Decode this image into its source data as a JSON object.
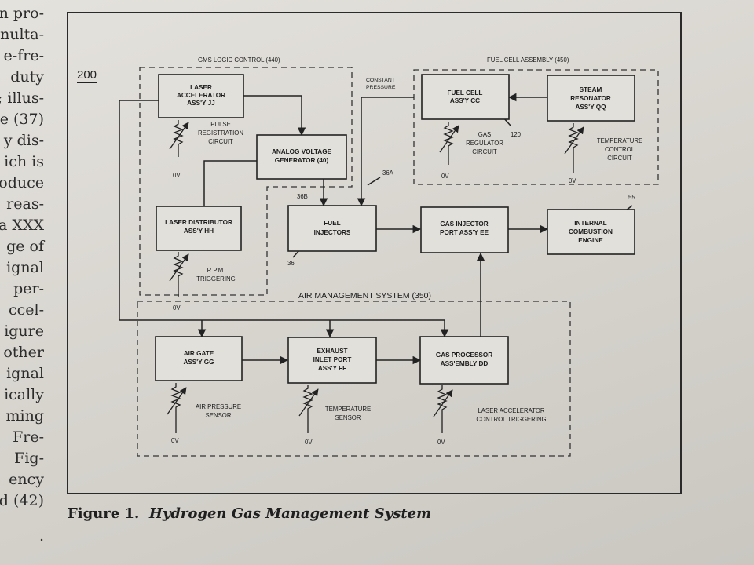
{
  "margin_lines": [
    "n pro-",
    "nulta-",
    "e-fre-",
    "duty",
    "; illus-",
    "e (37)",
    "y dis-",
    "ich is",
    "oduce",
    "reas-",
    "a XXX",
    "ge of",
    "ignal",
    "per-",
    "ccel-",
    "igure",
    "other",
    "ignal",
    "ically",
    "ming",
    "Fre-",
    "Fig-",
    "ency",
    "d (42)",
    "."
  ],
  "figure_number": "200",
  "groups": {
    "gms": "GMS LOGIC CONTROL (440)",
    "fuel_cell": "FUEL CELL ASSEMBLY (450)",
    "air": "AIR MANAGEMENT SYSTEM (350)"
  },
  "blocks": {
    "laser_accel": [
      "LASER",
      "ACCELERATOR",
      "ASS'Y JJ"
    ],
    "analog": [
      "ANALOG VOLTAGE",
      "GENERATOR (40)"
    ],
    "laser_dist": [
      "LASER DISTRIBUTOR",
      "ASS'Y HH"
    ],
    "fuel_inj": [
      "FUEL",
      "INJECTORS"
    ],
    "fuel_cell": [
      "FUEL CELL",
      "ASS'Y CC"
    ],
    "steam": [
      "STEAM",
      "RESONATOR",
      "ASS'Y QQ"
    ],
    "gas_inj": [
      "GAS INJECTOR",
      "PORT ASS'Y EE"
    ],
    "ice": [
      "INTERNAL",
      "COMBUSTION",
      "ENGINE"
    ],
    "air_gate": [
      "AIR GATE",
      "ASS'Y GG"
    ],
    "exhaust": [
      "EXHAUST",
      "INLET PORT",
      "ASS'Y FF"
    ],
    "gas_proc": [
      "GAS PROCESSOR",
      "ASS'EMBLY DD"
    ]
  },
  "labels": {
    "pulse": [
      "PULSE",
      "REGISTRATION",
      "CIRCUIT"
    ],
    "rpm": [
      "R.P.M.",
      "TRIGGERING"
    ],
    "gas_reg": [
      "GAS",
      "REGULATOR",
      "CIRCUIT"
    ],
    "temp_ctrl": [
      "TEMPERATURE",
      "CONTROL",
      "CIRCUIT"
    ],
    "air_press": [
      "AIR PRESSURE",
      "SENSOR"
    ],
    "temp_sensor": [
      "TEMPERATURE",
      "SENSOR"
    ],
    "laser_ctrl": [
      "LASER ACCELERATOR",
      "CONTROL TRIGGERING"
    ],
    "const_press": [
      "CONSTANT",
      "PRESSURE"
    ],
    "ov": "0V",
    "ref_36b": "36B",
    "ref_36a": "36A",
    "ref_36": "36",
    "ref_120": "120",
    "ref_55": "55"
  },
  "caption": {
    "prefix": "Figure 1.",
    "title": "Hydrogen Gas Management System"
  }
}
